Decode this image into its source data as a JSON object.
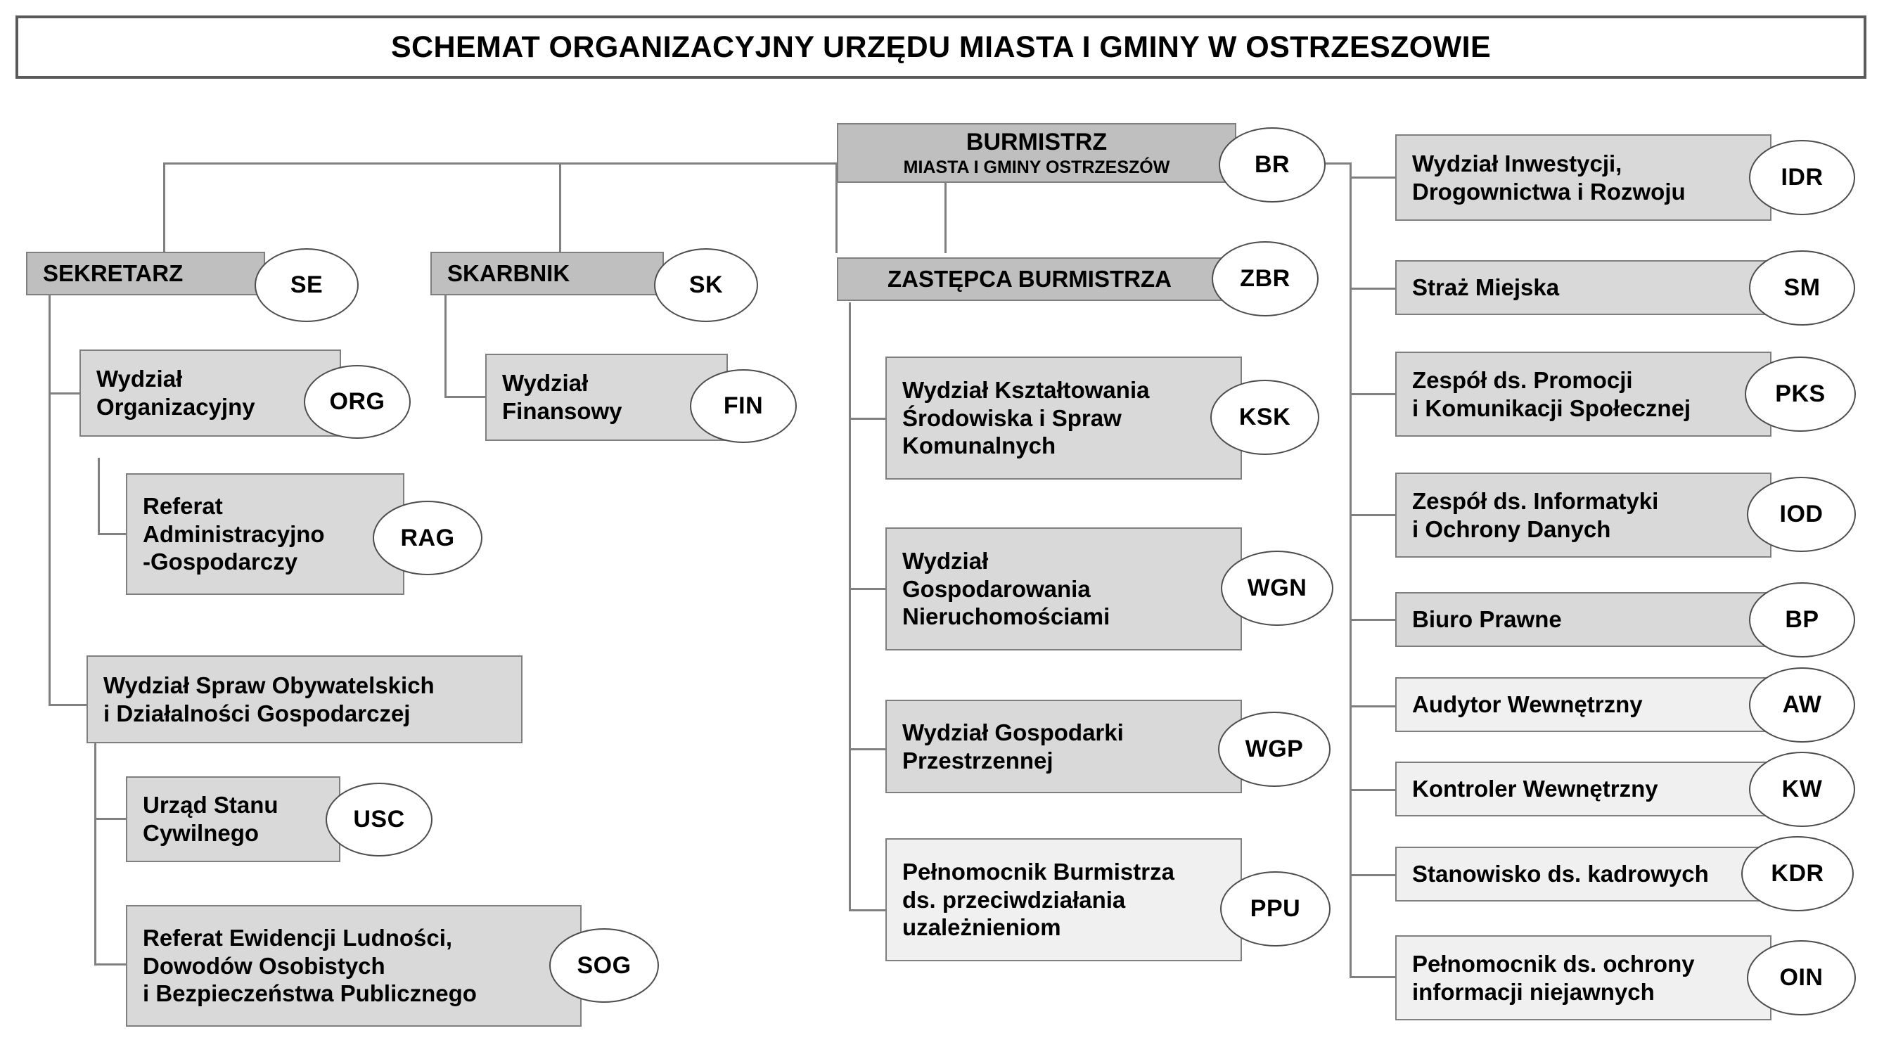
{
  "title": "SCHEMAT ORGANIZACYJNY URZĘDU MIASTA I GMINY W OSTRZESZOWIE",
  "colors": {
    "fill_dark": "#bfbfbf",
    "fill_mid": "#d9d9d9",
    "fill_light": "#f0f0f0",
    "border": "#7f7f7f",
    "connector": "#808080",
    "title_border": "#5a5a5a",
    "text": "#000000"
  },
  "nodes": {
    "burmistrz": {
      "line1": "BURMISTRZ",
      "line2": "MIASTA I GMINY OSTRZESZÓW",
      "code": "BR"
    },
    "sekretarz": {
      "label": "SEKRETARZ",
      "code": "SE"
    },
    "skarbnik": {
      "label": "SKARBNIK",
      "code": "SK"
    },
    "zastepca": {
      "label": "ZASTĘPCA BURMISTRZA",
      "code": "ZBR"
    },
    "org": {
      "label": "Wydział\nOrganizacyjny",
      "code": "ORG"
    },
    "rag": {
      "label": "Referat\nAdministracyjno\n-Gospodarczy",
      "code": "RAG"
    },
    "wso": {
      "label": "Wydział Spraw Obywatelskich\ni Działalności Gospodarczej",
      "code": ""
    },
    "usc": {
      "label": "Urząd Stanu\nCywilnego",
      "code": "USC"
    },
    "sog": {
      "label": "Referat Ewidencji Ludności,\nDowodów Osobistych\ni Bezpieczeństwa Publicznego",
      "code": "SOG"
    },
    "fin": {
      "label": "Wydział\nFinansowy",
      "code": "FIN"
    },
    "ksk": {
      "label": "Wydział Kształtowania\nŚrodowiska i Spraw\nKomunalnych",
      "code": "KSK"
    },
    "wgn": {
      "label": "Wydział\nGospodarowania\nNieruchomościami",
      "code": "WGN"
    },
    "wgp": {
      "label": "Wydział Gospodarki\nPrzestrzennej",
      "code": "WGP"
    },
    "ppu": {
      "label": "Pełnomocnik Burmistrza\nds. przeciwdziałania\nuzależnieniom",
      "code": "PPU"
    },
    "idr": {
      "label": "Wydział Inwestycji,\nDrogownictwa i Rozwoju",
      "code": "IDR"
    },
    "sm": {
      "label": "Straż Miejska",
      "code": "SM"
    },
    "pks": {
      "label": "Zespół ds. Promocji\ni Komunikacji Społecznej",
      "code": "PKS"
    },
    "iod": {
      "label": "Zespół ds. Informatyki\ni Ochrony Danych",
      "code": "IOD"
    },
    "bp": {
      "label": "Biuro Prawne",
      "code": "BP"
    },
    "aw": {
      "label": "Audytor Wewnętrzny",
      "code": "AW"
    },
    "kw": {
      "label": "Kontroler Wewnętrzny",
      "code": "KW"
    },
    "kdr": {
      "label": "Stanowisko ds. kadrowych",
      "code": "KDR"
    },
    "oin": {
      "label": "Pełnomocnik ds. ochrony\ninformacji niejawnych",
      "code": "OIN"
    }
  }
}
